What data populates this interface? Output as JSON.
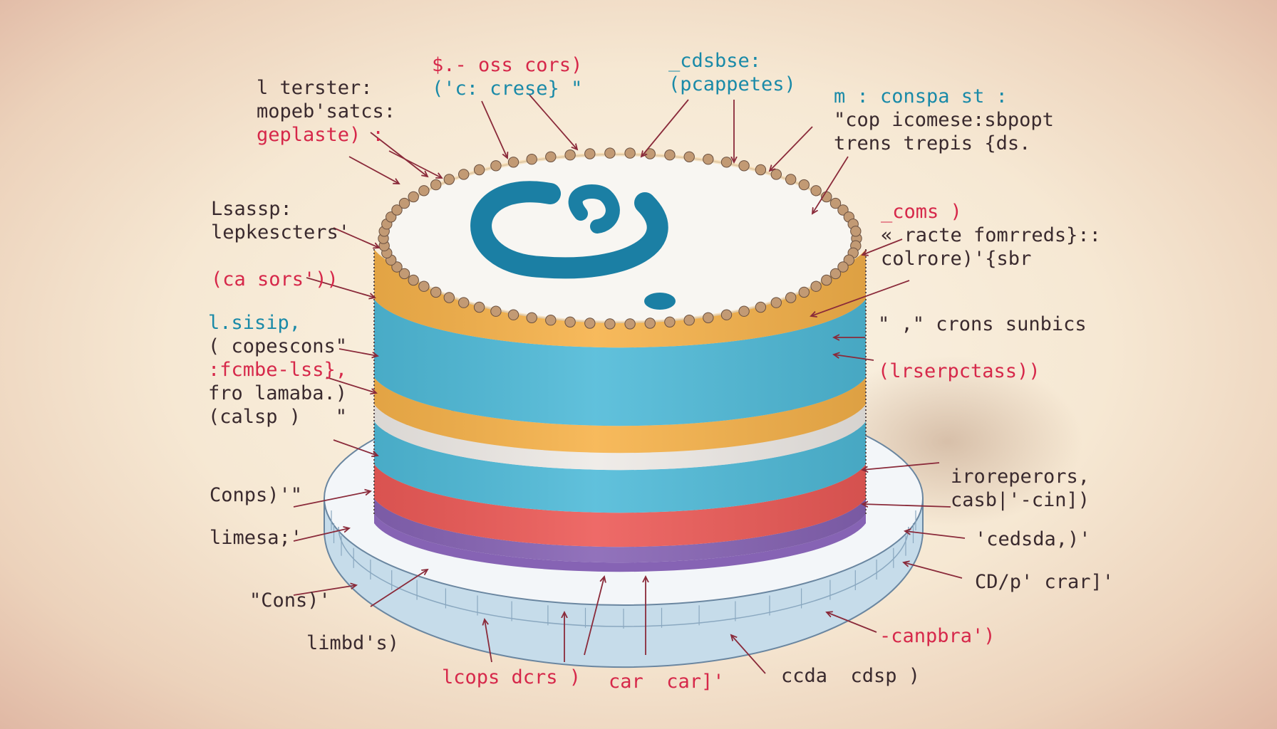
{
  "colors": {
    "ink": "#3a2a2e",
    "red": "#d6284a",
    "teal": "#1a8aa8",
    "arrow": "#8a2a3a",
    "cake_blue": "#4fbad8",
    "cake_orange": "#f6b24a",
    "cake_red": "#ec5a57",
    "cake_purple": "#8663b4",
    "cake_cream": "#eeeae6",
    "pearl": "#c29a74",
    "logo": "#1b7fa4",
    "plate": "#e8f1f7"
  },
  "icons": {
    "top_logo": "swirl-c-logo-icon"
  },
  "labels": [
    {
      "id": "top-center-left",
      "color_key": "teal",
      "lines": [
        "$.- oss cors)",
        "('c: crese} \""
      ]
    },
    {
      "id": "top-center-right",
      "color_key": "teal",
      "lines": [
        "_cdsbse:",
        "(pcappetes)"
      ]
    },
    {
      "id": "top-left",
      "color_key": "ink",
      "lines": [
        "l terster:",
        "mopeb'satcs:",
        "geplaste) :"
      ]
    },
    {
      "id": "top-right",
      "color_key": "ink",
      "lines": [
        "m : conspa st :",
        "\"cop icomese:sbpopt",
        "trens trepis {ds."
      ]
    },
    {
      "id": "left-upper",
      "color_key": "ink",
      "lines": [
        "Lsassp:",
        "lepkescters'",
        "",
        "(ca sors'))"
      ]
    },
    {
      "id": "right-upper",
      "color_key": "ink",
      "lines": [
        "_coms )",
        "« racte fomrreds}::",
        "colrore)'{sbr"
      ]
    },
    {
      "id": "left-middle",
      "color_key": "ink",
      "lines": [
        "l.sisip,",
        "( copescons\"",
        ":fcmbe-lss},",
        "fro lamaba.)",
        "(calsp )   \""
      ]
    },
    {
      "id": "right-middle",
      "color_key": "ink",
      "lines": [
        "\" ,\" crons sunbics",
        "",
        "(lrserpctass))"
      ]
    },
    {
      "id": "left-lower-1",
      "color_key": "ink",
      "lines": [
        "Conps)'\""
      ]
    },
    {
      "id": "left-lower-2",
      "color_key": "ink",
      "lines": [
        "limesa;'"
      ]
    },
    {
      "id": "left-lower-3",
      "color_key": "ink",
      "lines": [
        "\"Cons)'"
      ]
    },
    {
      "id": "left-bottom",
      "color_key": "ink",
      "lines": [
        "limbd's)"
      ]
    },
    {
      "id": "right-lower-1",
      "color_key": "ink",
      "lines": [
        "iroreperors,",
        "casb|'-cin])"
      ]
    },
    {
      "id": "right-lower-2",
      "color_key": "ink",
      "lines": [
        "'cedsda,)'"
      ]
    },
    {
      "id": "right-lower-3",
      "color_key": "ink",
      "lines": [
        "CD/p' crar]'"
      ]
    },
    {
      "id": "right-bottom",
      "color_key": "red",
      "lines": [
        "-canpbra')"
      ]
    },
    {
      "id": "bottom-left",
      "color_key": "red",
      "lines": [
        "lcops dcrs )"
      ]
    },
    {
      "id": "bottom-center",
      "color_key": "red",
      "lines": [
        "car  car]'"
      ]
    },
    {
      "id": "bottom-right",
      "color_key": "ink",
      "lines": [
        "ccda  cdsp )"
      ]
    }
  ]
}
